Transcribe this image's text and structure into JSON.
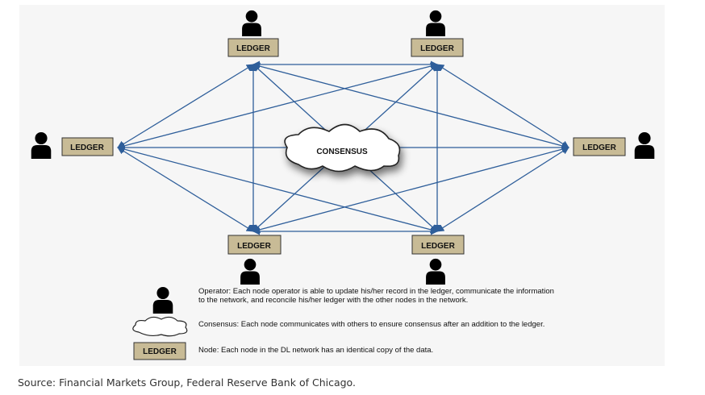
{
  "diagram": {
    "node_label": "LEDGER",
    "consensus_label": "CONSENSUS",
    "colors": {
      "ledger_fill": "#c8bb96",
      "arrow": "#2e5e9a",
      "background": "#f6f6f6"
    },
    "icon": "person-icon"
  },
  "legend": {
    "operator": "Operator: Each node operator is able to update his/her record in the ledger, communicate the information to the network, and reconcile his/her ledger with the other nodes in the network.",
    "consensus": "Consensus: Each node communicates with others to ensure consensus after an addition to the ledger.",
    "node_label": "LEDGER",
    "node": "Node: Each node in the DL network has an identical copy of the data."
  },
  "source": "Source: Financial Markets Group, Federal Reserve Bank of Chicago."
}
